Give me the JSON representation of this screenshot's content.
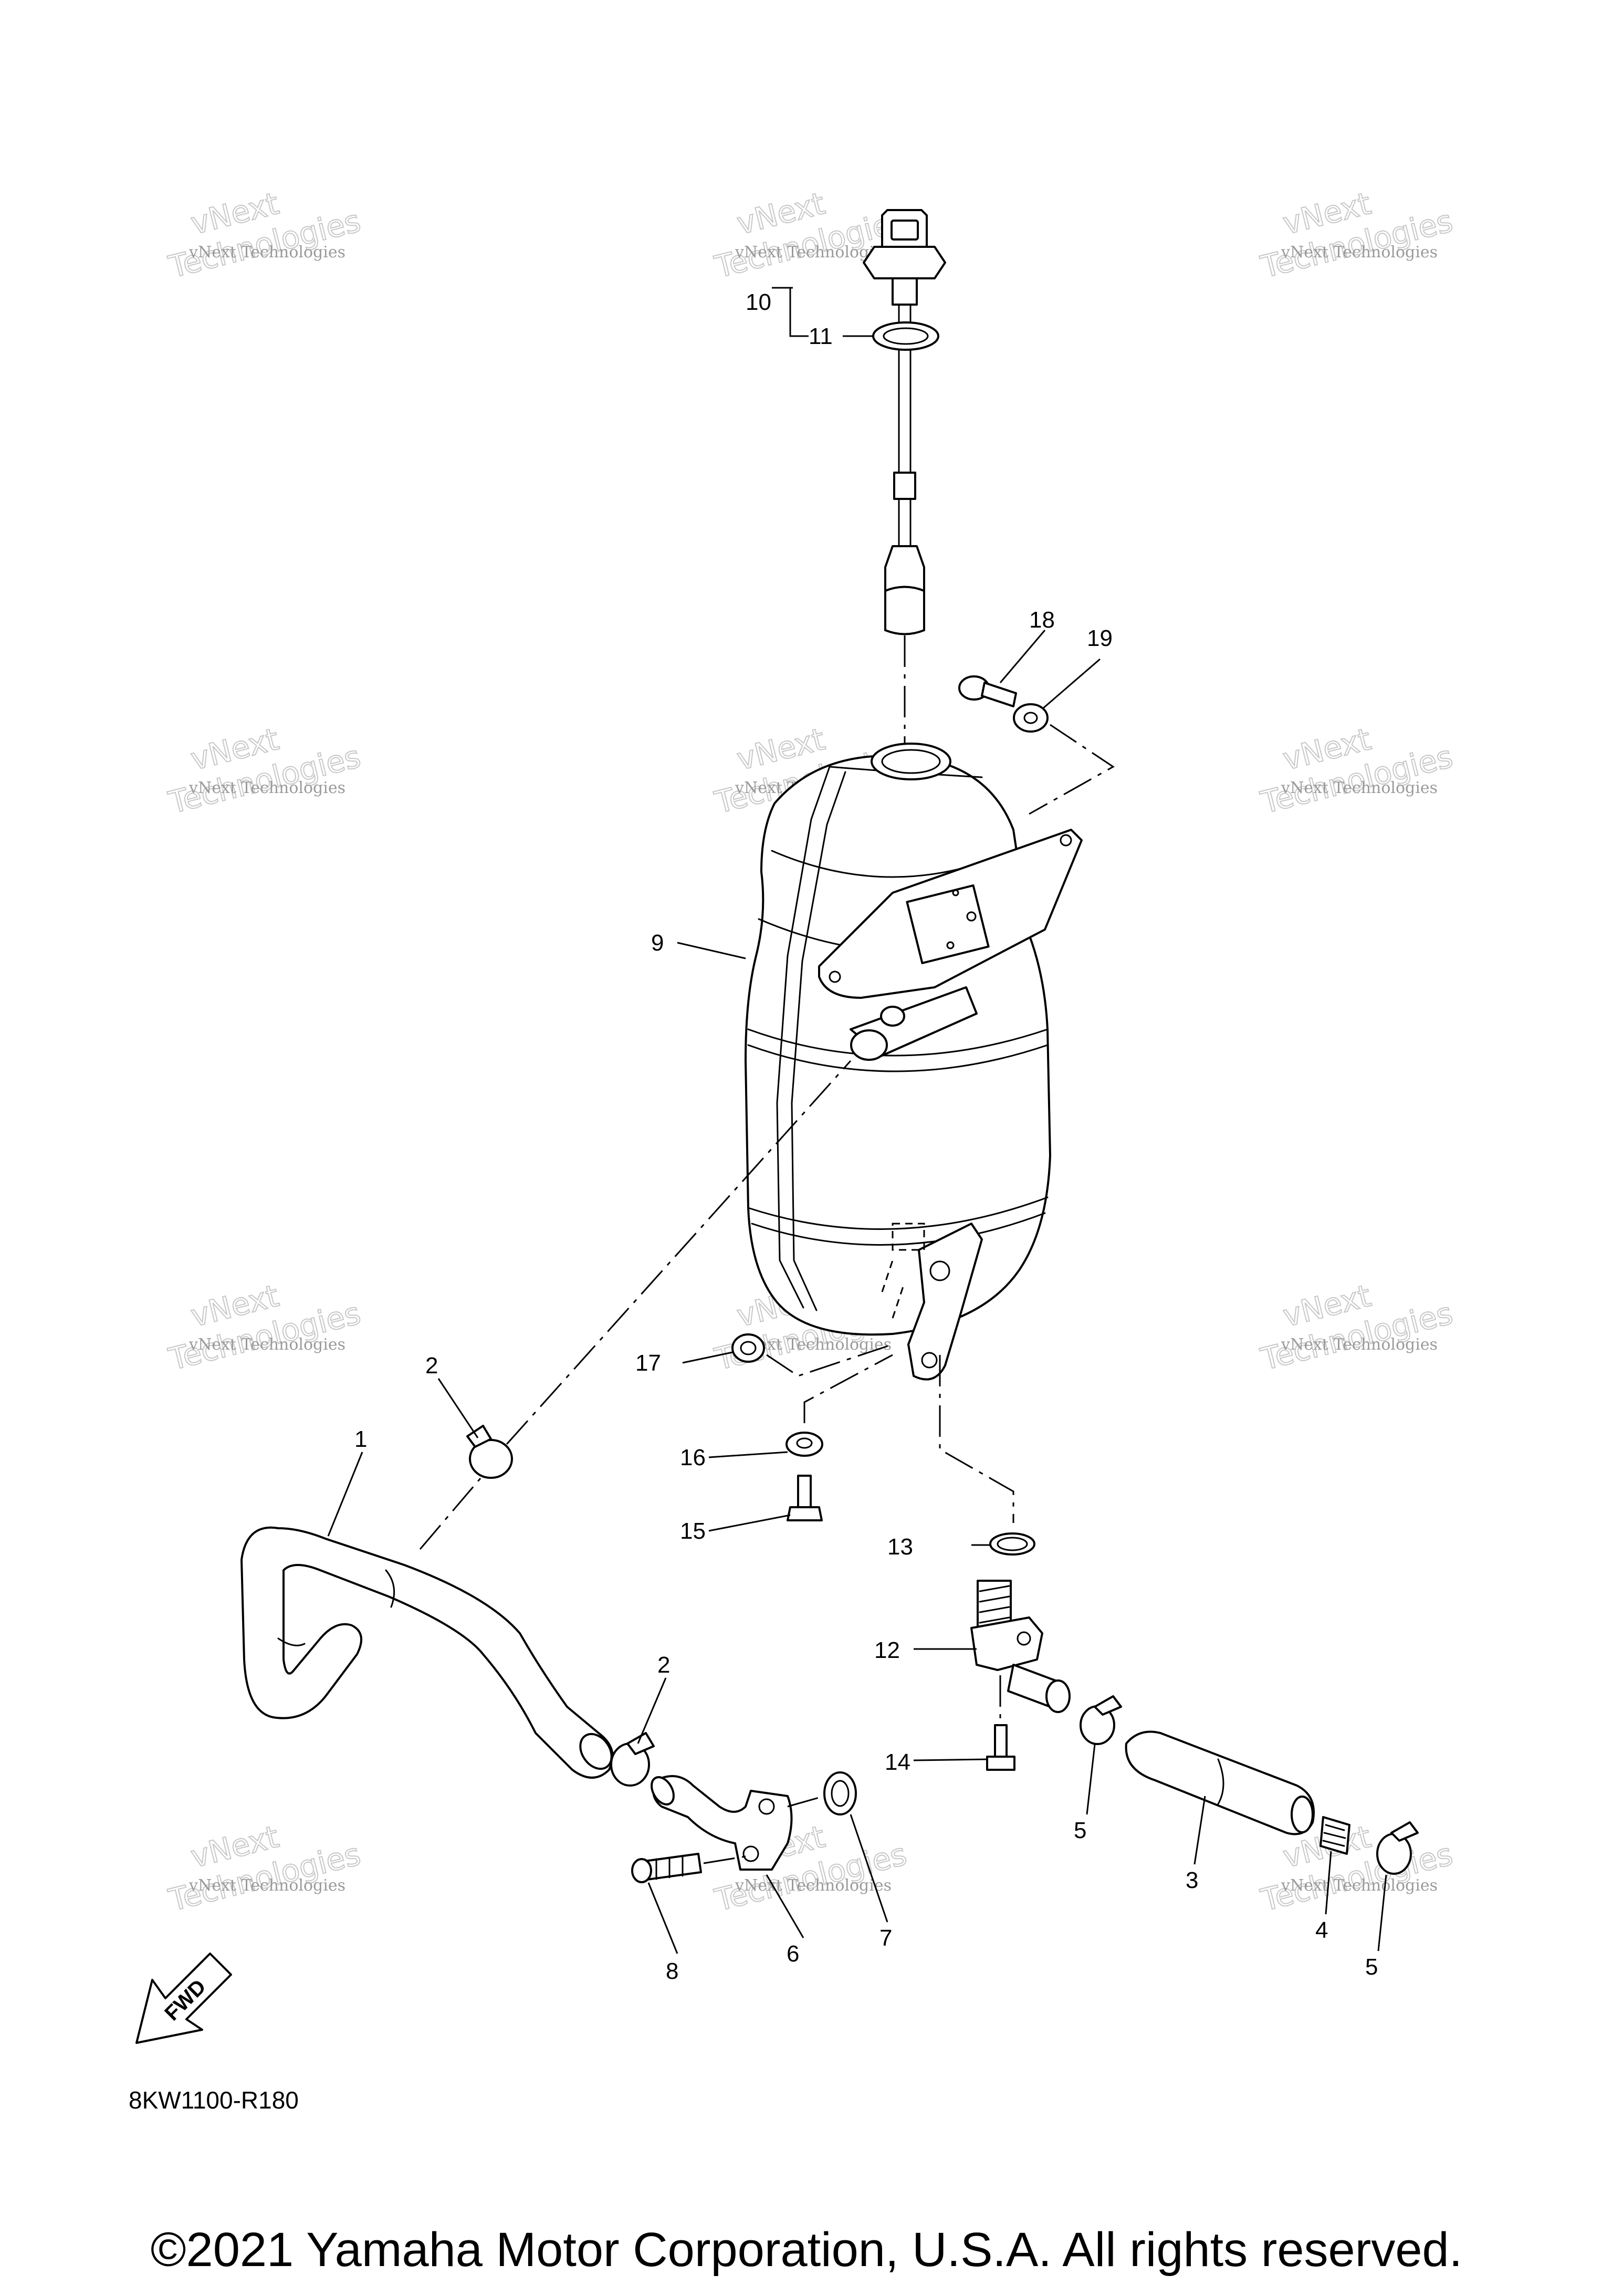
{
  "diagram": {
    "part_callouts": [
      "1",
      "2",
      "2",
      "3",
      "4",
      "5",
      "5",
      "6",
      "7",
      "8",
      "9",
      "10",
      "11",
      "12",
      "13",
      "14",
      "15",
      "16",
      "17",
      "18",
      "19"
    ],
    "reference_code": "8KW1100-R180",
    "fwd_label": "FWD",
    "copyright": "©2021 Yamaha Motor Corporation, U.S.A. All rights reserved.",
    "watermark": {
      "line1": "vNext",
      "line2": "Technologies",
      "small": "vNext Technologies"
    }
  }
}
